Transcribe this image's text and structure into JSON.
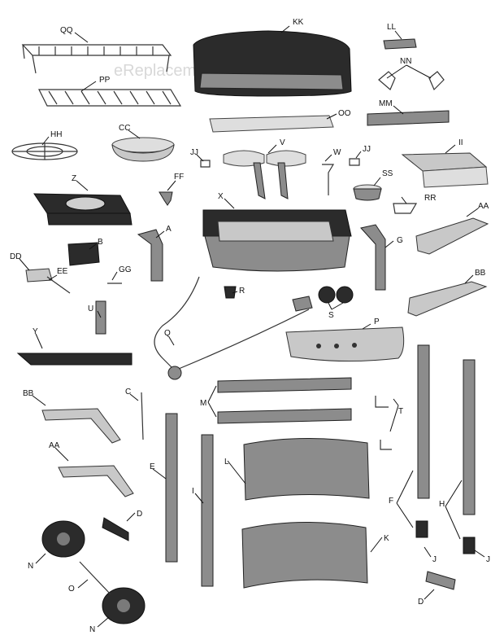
{
  "watermark": "eReplacementParts.com",
  "labels": [
    {
      "id": "QQ",
      "text": "QQ"
    },
    {
      "id": "KK",
      "text": "KK"
    },
    {
      "id": "LL",
      "text": "LL"
    },
    {
      "id": "PP",
      "text": "PP"
    },
    {
      "id": "NN",
      "text": "NN"
    },
    {
      "id": "MM",
      "text": "MM"
    },
    {
      "id": "HH",
      "text": "HH"
    },
    {
      "id": "CC",
      "text": "CC"
    },
    {
      "id": "OO",
      "text": "OO"
    },
    {
      "id": "JJa",
      "text": "JJ"
    },
    {
      "id": "V",
      "text": "V"
    },
    {
      "id": "W",
      "text": "W"
    },
    {
      "id": "JJb",
      "text": "JJ"
    },
    {
      "id": "II",
      "text": "II"
    },
    {
      "id": "Z",
      "text": "Z"
    },
    {
      "id": "FF",
      "text": "FF"
    },
    {
      "id": "SS",
      "text": "SS"
    },
    {
      "id": "X",
      "text": "X"
    },
    {
      "id": "RR",
      "text": "RR"
    },
    {
      "id": "AA1",
      "text": "AA"
    },
    {
      "id": "A",
      "text": "A"
    },
    {
      "id": "G",
      "text": "G"
    },
    {
      "id": "B",
      "text": "B"
    },
    {
      "id": "DD",
      "text": "DD"
    },
    {
      "id": "EE",
      "text": "EE"
    },
    {
      "id": "GG",
      "text": "GG"
    },
    {
      "id": "BB1",
      "text": "BB"
    },
    {
      "id": "R",
      "text": "R"
    },
    {
      "id": "S",
      "text": "S"
    },
    {
      "id": "U",
      "text": "U"
    },
    {
      "id": "P",
      "text": "P"
    },
    {
      "id": "Q",
      "text": "Q"
    },
    {
      "id": "Y",
      "text": "Y"
    },
    {
      "id": "M",
      "text": "M"
    },
    {
      "id": "T",
      "text": "T"
    },
    {
      "id": "BB2",
      "text": "BB"
    },
    {
      "id": "C",
      "text": "C"
    },
    {
      "id": "AA2",
      "text": "AA"
    },
    {
      "id": "E",
      "text": "E"
    },
    {
      "id": "L",
      "text": "L"
    },
    {
      "id": "I",
      "text": "I"
    },
    {
      "id": "F",
      "text": "F"
    },
    {
      "id": "H",
      "text": "H"
    },
    {
      "id": "D1",
      "text": "D"
    },
    {
      "id": "N1",
      "text": "N"
    },
    {
      "id": "K",
      "text": "K"
    },
    {
      "id": "J1",
      "text": "J"
    },
    {
      "id": "J2",
      "text": "J"
    },
    {
      "id": "O",
      "text": "O"
    },
    {
      "id": "D2",
      "text": "D"
    },
    {
      "id": "N2",
      "text": "N"
    }
  ]
}
